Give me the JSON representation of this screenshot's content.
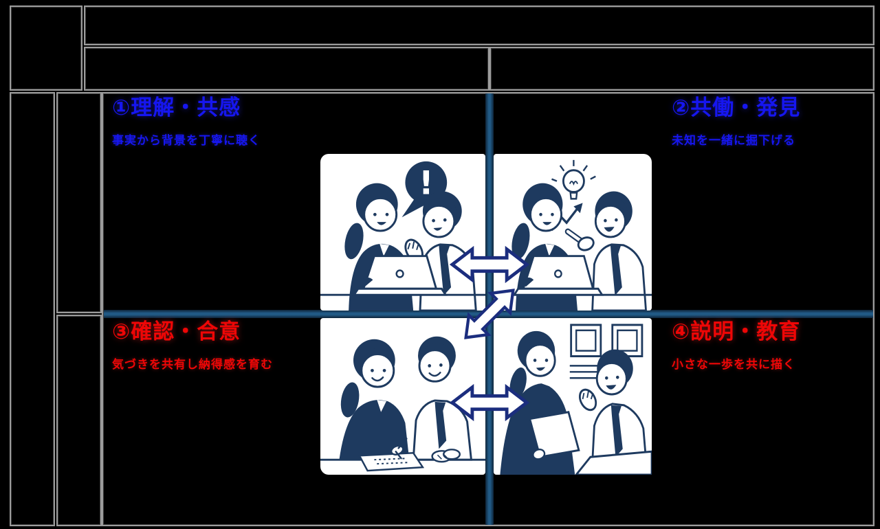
{
  "colors": {
    "background": "#000000",
    "grid_border": "#9c9c9c",
    "blue": "#1616f0",
    "red": "#ee0606",
    "divider": "#215a86",
    "divider_dark": "#0e2439",
    "ink": "#1e3a5f",
    "panel": "#ffffff",
    "arrow_outline": "#1b2d7e"
  },
  "matrix": {
    "exclamation_mark": "!",
    "quadrants": [
      {
        "title": "①理解・共感",
        "subtitle": "事実から背景を丁寧に聴く",
        "tone": "blue"
      },
      {
        "title": "②共働・発見",
        "subtitle": "未知を一緒に掘下げる",
        "tone": "blue"
      },
      {
        "title": "③確認・合意",
        "subtitle": "気づきを共有し納得感を育む",
        "tone": "red"
      },
      {
        "title": "④説明・教育",
        "subtitle": "小さな一歩を共に描く",
        "tone": "red"
      }
    ],
    "icons": [
      "exclamation-bubble-icon",
      "lightbulb-icon",
      "growth-arrow-icon",
      "laptop-icon",
      "wall-frames-icon",
      "swap-arrow-horizontal-top-icon",
      "swap-arrow-diagonal-icon",
      "swap-arrow-horizontal-bottom-icon"
    ]
  }
}
